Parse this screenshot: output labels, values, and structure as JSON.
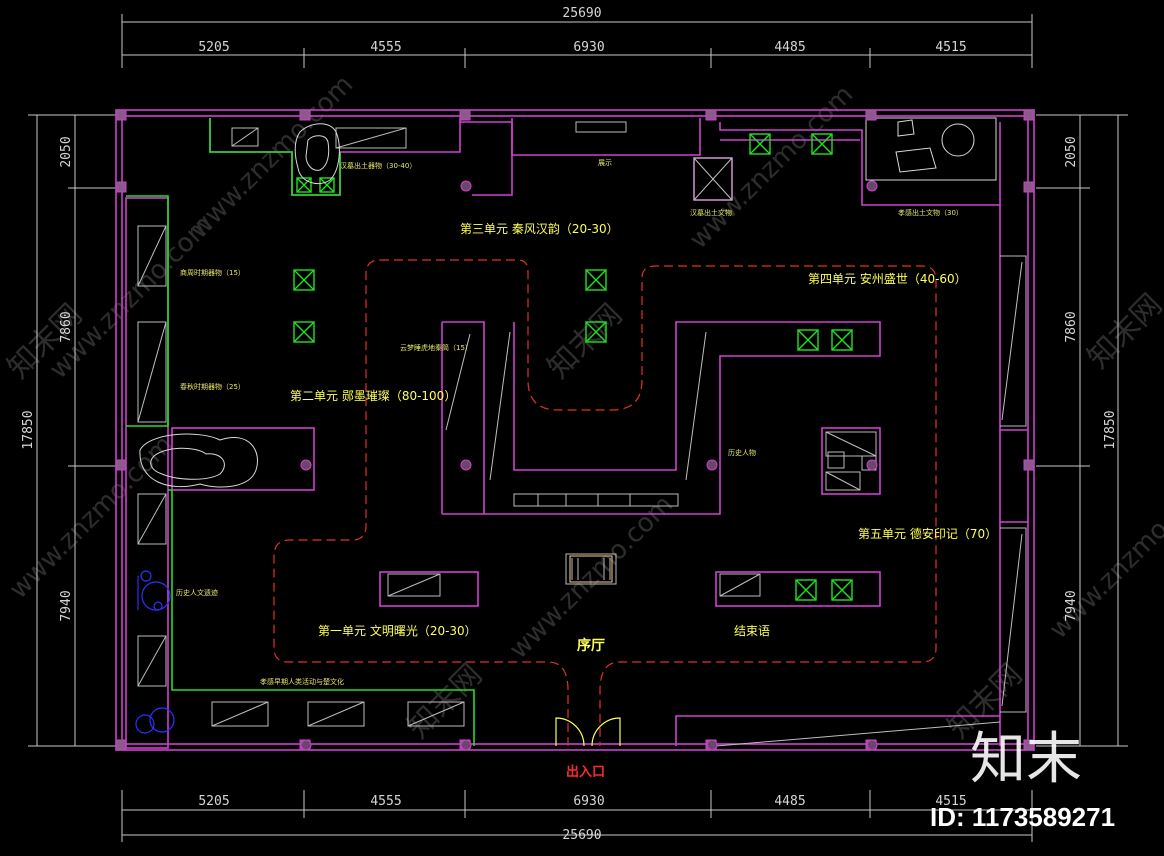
{
  "dimensions": {
    "top_total": "25690",
    "bottom_total": "25690",
    "top_segments": [
      "5205",
      "4555",
      "6930",
      "4485",
      "4515"
    ],
    "bottom_segments": [
      "5205",
      "4555",
      "6930",
      "4485",
      "4515"
    ],
    "left_total": "17850",
    "right_total": "17850",
    "left_segments": [
      "2050",
      "7860",
      "7940"
    ],
    "right_segments": [
      "2050",
      "7860",
      "7940"
    ]
  },
  "zones": {
    "unit1": "第一单元 文明曙光（20-30）",
    "unit2": "第二单元 郧墨璀璨（80-100）",
    "unit3": "第三单元 秦风汉韵（20-30）",
    "unit4": "第四单元 安州盛世（40-60）",
    "unit5": "第五单元 德安印记（70）",
    "ending": "结束语",
    "prelude": "序厅",
    "entrance": "出入口"
  },
  "small_labels": {
    "l1": "商周时期器物（15）",
    "l2": "春秋时期器物（25）",
    "l3": "历史人文遗迹",
    "l4": "云梦睡虎地秦简（15）",
    "l5": "汉墓出土器物（30-40）",
    "l6": "展示",
    "l7": "汉墓出土文物",
    "l8": "孝感出土文物（30）",
    "l9": "历史人物",
    "l10": "孝感早期人类活动与楚文化"
  },
  "watermark": {
    "brand": "知末",
    "id": "ID: 1173589271",
    "site": "www.znzmo.com",
    "site_cn": "知末网"
  }
}
